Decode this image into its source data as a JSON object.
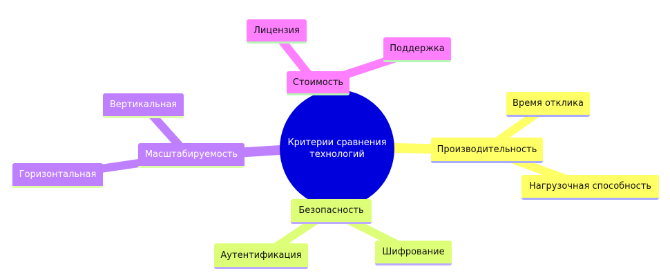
{
  "root": {
    "line1": "Критерии сравнения",
    "line2": "технологий"
  },
  "branches": {
    "cost": {
      "label": "Стоимость",
      "children": [
        "Лицензия",
        "Поддержка"
      ]
    },
    "performance": {
      "label": "Производительность",
      "children": [
        "Время отклика",
        "Нагрузочная способность"
      ]
    },
    "security": {
      "label": "Безопасность",
      "children": [
        "Аутентификация",
        "Шифрование"
      ]
    },
    "scalability": {
      "label": "Масштабируемость",
      "children": [
        "Вертикальная",
        "Горизонтальная"
      ]
    }
  },
  "colors": {
    "cost": "#ff80ff",
    "performance": "#ffff66",
    "security": "#ddff77",
    "scalability": "#bf80ff",
    "root": "#0000dd"
  }
}
